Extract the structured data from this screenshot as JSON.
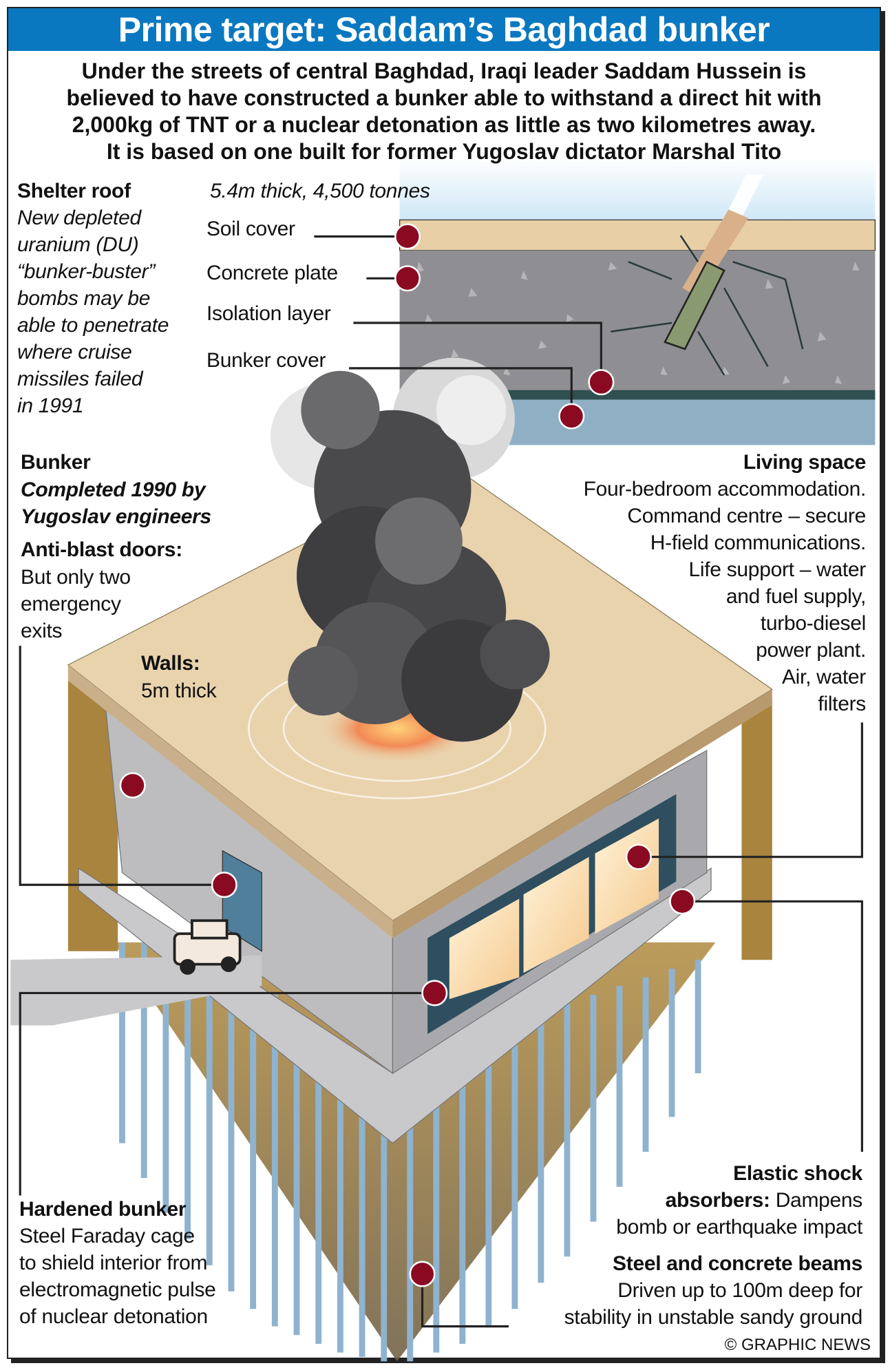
{
  "title": "Prime target: Saddam’s Baghdad bunker",
  "intro": [
    "Under the streets of central Baghdad, Iraqi leader Saddam Hussein is",
    "believed to have constructed a bunker able to withstand a direct hit with",
    "2,000kg of TNT or a nuclear detonation as little as two kilometres away.",
    "It is based on one built for former Yugoslav dictator Marshal Tito"
  ],
  "shelter_roof": {
    "heading": "Shelter roof",
    "spec": "5.4m thick, 4,500 tonnes",
    "lines": [
      "New depleted",
      "uranium (DU)",
      "“bunker-buster”",
      "bombs may be",
      "able to penetrate",
      "where cruise",
      "missiles failed",
      "in 1991"
    ]
  },
  "layers": [
    "Soil cover",
    "Concrete plate",
    "Isolation layer",
    "Bunker cover"
  ],
  "bunker": {
    "heading": "Bunker",
    "lines": [
      "Completed 1990 by",
      "Yugoslav engineers"
    ]
  },
  "doors": {
    "heading": "Anti-blast doors:",
    "lines": [
      "But only two",
      "emergency",
      "exits"
    ]
  },
  "walls": {
    "heading": "Walls:",
    "text": "5m thick"
  },
  "living": {
    "heading": "Living space",
    "lines": [
      "Four-bedroom accommodation.",
      "Command centre – secure",
      "H-field communications.",
      "Life support – water",
      "and fuel supply,",
      "turbo-diesel",
      "power plant.",
      "Air, water",
      "filters"
    ]
  },
  "hardened": {
    "heading": "Hardened bunker",
    "lines": [
      "Steel Faraday cage",
      "to shield interior from",
      "electromagnetic pulse",
      "of nuclear detonation"
    ]
  },
  "elastic": {
    "heading": "Elastic shock",
    "heading2": "absorbers:",
    "text": " Dampens",
    "line3": "bomb or earthquake impact"
  },
  "beams": {
    "heading": "Steel and concrete beams",
    "lines": [
      "Driven up to 100m deep for",
      "stability in unstable sandy ground"
    ]
  },
  "credit": "© GRAPHIC NEWS",
  "colors": {
    "title_bar": "#0a78c0",
    "pin": "#8a0a22",
    "soil": "#e8cfa6",
    "concrete": "#8f8f93",
    "roof": "#e9d3ad",
    "walls": "#bdbdbf",
    "earth": "#a8843e",
    "steel": "#8fb3cf"
  }
}
